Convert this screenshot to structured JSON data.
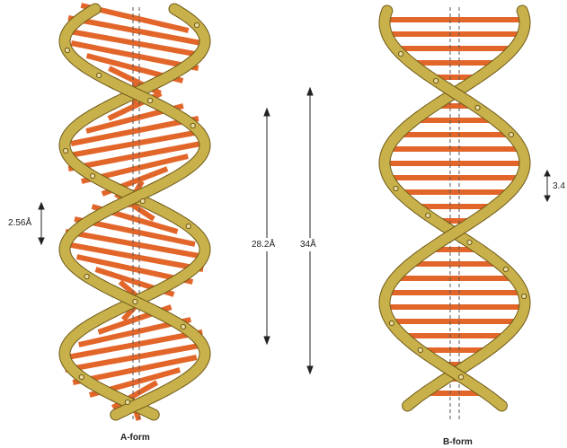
{
  "panels": [
    {
      "id": "a-form",
      "caption": "A-form"
    },
    {
      "id": "b-form",
      "caption": "B-form"
    }
  ],
  "measurements": {
    "a_rise": "2.56Å",
    "a_pitch": "28.2Å",
    "b_pitch": "34Å",
    "b_rise": "3.4"
  },
  "colors": {
    "strand": "#c8b04a",
    "strand_edge": "#6e5a18",
    "base_pair": "#e2662a",
    "axis": "#555555",
    "arrow": "#222222"
  }
}
